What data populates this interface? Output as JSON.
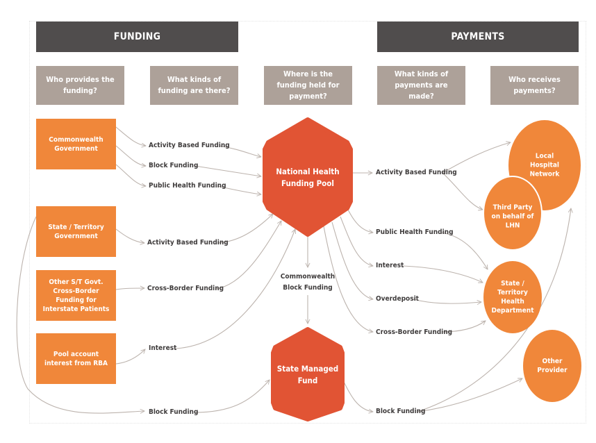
{
  "headers": {
    "funding": "FUNDING",
    "payments": "PAYMENTS"
  },
  "questions": [
    "Who provides the funding?",
    "What kinds of funding are there?",
    "Where is the funding held for payment?",
    "What kinds of payments are made?",
    "Who receives payments?"
  ],
  "sources": [
    "Commonwealth Government",
    "State / Territory Government",
    "Other S/T Govt. Cross-Border Funding for Interstate Patients",
    "Pool account interest from RBA"
  ],
  "funding_types": {
    "cw_activity": "Activity Based Funding",
    "cw_block": "Block Funding",
    "cw_public_health": "Public Health Funding",
    "st_activity": "Activity Based Funding",
    "cross_border": "Cross-Border Funding",
    "interest": "Interest",
    "st_block": "Block Funding"
  },
  "pools": {
    "national": "National Health Funding Pool",
    "cw_block_funding": "Commonwealth Block Funding",
    "state_managed": "State Managed Fund"
  },
  "payment_types": {
    "activity": "Activity Based Funding",
    "public_health": "Public Health Funding",
    "interest": "Interest",
    "overdeposit": "Overdeposit",
    "cross_border": "Cross-Border Funding",
    "block": "Block Funding"
  },
  "recipients": {
    "lhn": "Local Hospital Network",
    "third_party": "Third Party on behalf of LHN",
    "state_health": "State / Territory Health Department",
    "other_provider": "Other Provider"
  },
  "colors": {
    "header_bg": "#504d4d",
    "question_bg": "#ada199",
    "source_orange": "#f0873a",
    "pool_red": "#e15434",
    "line_gray": "#bcb3ad",
    "label_text": "#3f3c3c"
  }
}
